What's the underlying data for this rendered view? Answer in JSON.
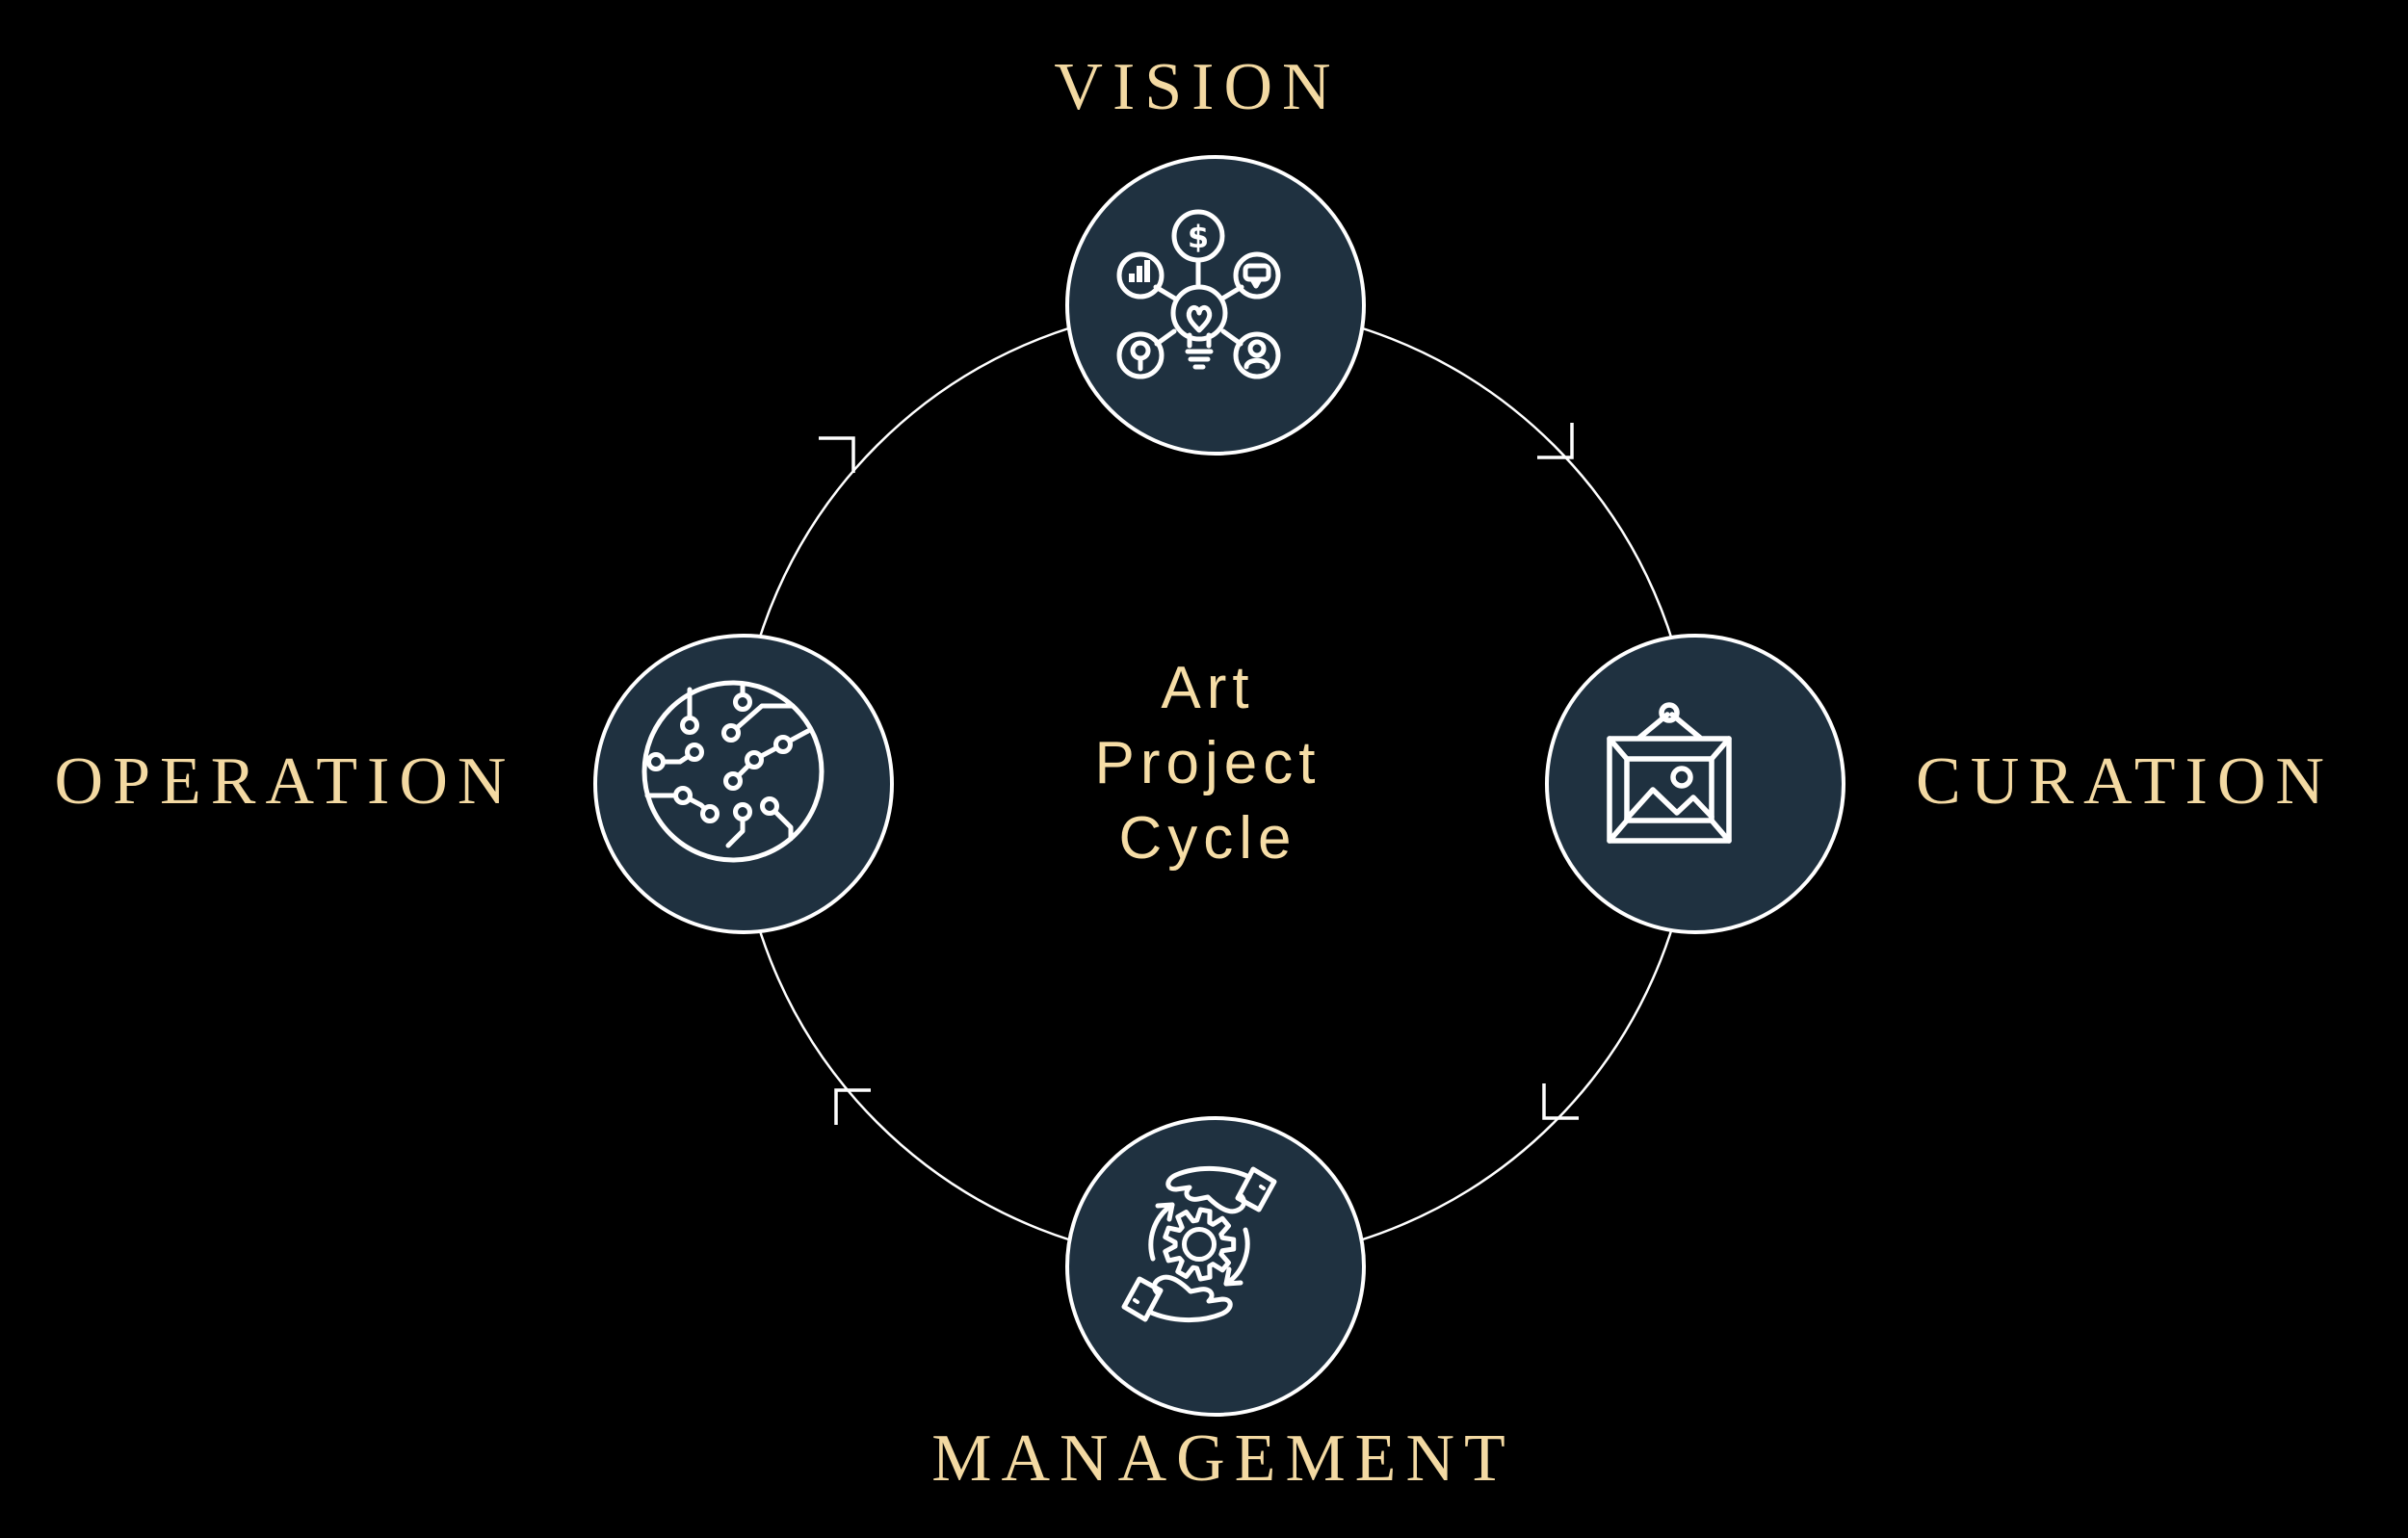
{
  "diagram": {
    "center_title": {
      "lines": [
        "Art",
        "Project",
        "Cycle"
      ]
    },
    "flow_direction": "clockwise",
    "stages": [
      {
        "id": "vision",
        "label": "VISION",
        "position": "top",
        "icon": "idea-network-icon"
      },
      {
        "id": "curation",
        "label": "CURATION",
        "position": "right",
        "icon": "framed-picture-icon"
      },
      {
        "id": "management",
        "label": "MANAGEMENT",
        "position": "bottom",
        "icon": "hands-around-gear-icon"
      },
      {
        "id": "operation",
        "label": "OPERATION",
        "position": "left",
        "icon": "circuit-board-icon"
      }
    ],
    "icon_glyphs": {
      "dollar_sign": "$"
    },
    "colors": {
      "background": "#000000",
      "node_fill": "#1f3140",
      "line": "#ffffff",
      "text_gold": "#f3d9a2"
    }
  }
}
